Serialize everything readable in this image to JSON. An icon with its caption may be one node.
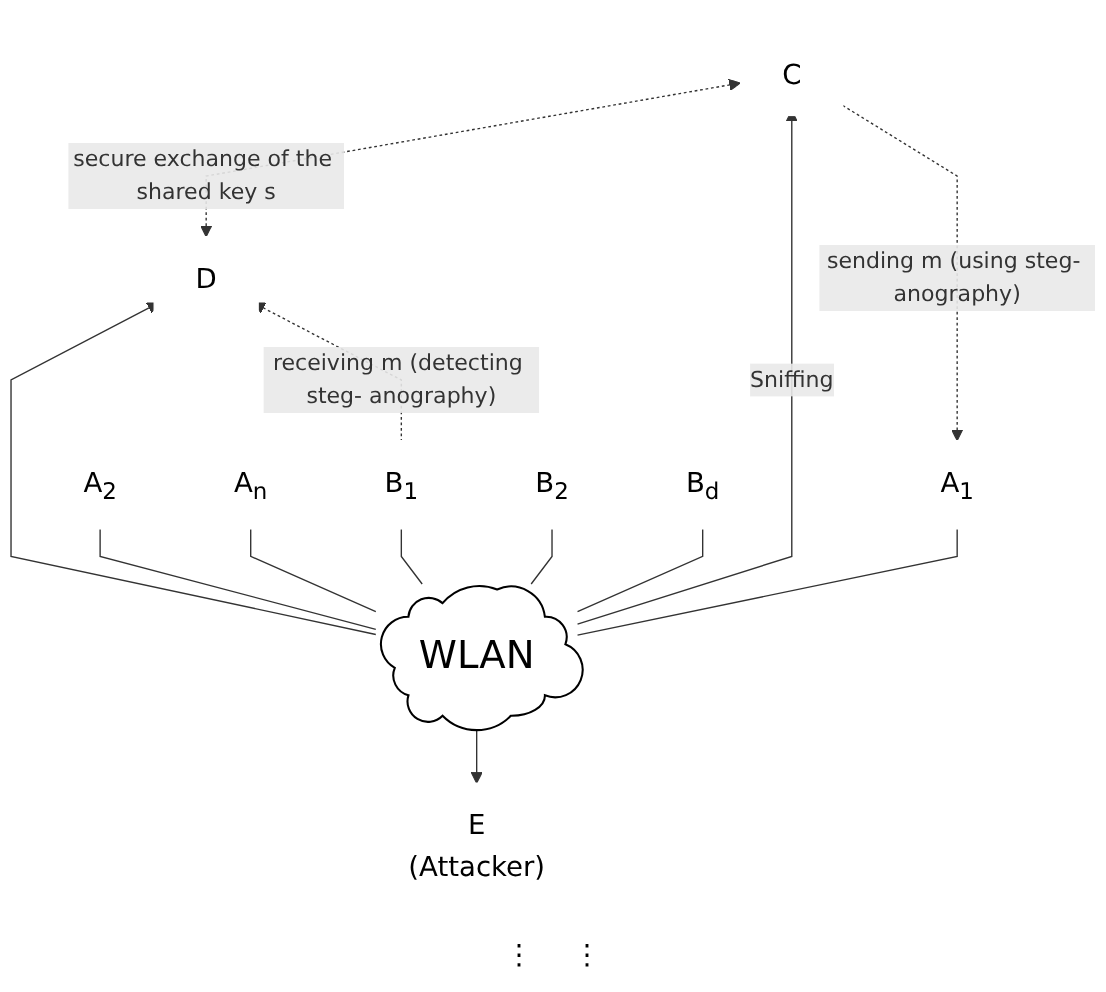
{
  "diagram": {
    "nodes": [
      {
        "text": [
          "C"
        ]
      },
      {
        "text": [
          "D"
        ]
      },
      {
        "text": [
          "A$_{1}$"
        ]
      },
      {
        "text": [
          "A$_{2}$"
        ]
      },
      {
        "text": [
          "A$_{n}$"
        ]
      },
      {
        "text": [
          "WLAN"
        ]
      },
      {
        "text": [
          "B$_{1}$"
        ]
      },
      {
        "text": [
          "B$_{2}$"
        ]
      },
      {
        "text": [
          "B$_{d}$"
        ]
      },
      {
        "text": [
          "E",
          "(Attacker)"
        ]
      }
    ],
    "edges": [
      {
        "from": 0,
        "to": 1,
        "arrow": "both",
        "style": "dashed",
        "label": "secure exchange of the shared key s"
      },
      {
        "from": 5,
        "to": 0,
        "arrow": "to",
        "label": "Sniffing"
      },
      {
        "from": 5,
        "to": 1,
        "arrow": "to"
      },
      {
        "from": 0,
        "to": 2,
        "arrow": "to",
        "style": "dashed",
        "label": "sending m (using steg- anography)"
      },
      {
        "from": 6,
        "to": 1,
        "arrow": "to",
        "style": "dashed",
        "label": "receiving m (detecting steg- anography)"
      },
      {
        "from": 2,
        "to": 5,
        "arrow": "none"
      },
      {
        "from": 3,
        "to": 5,
        "arrow": "none"
      },
      {
        "from": 4,
        "to": 5,
        "arrow": "none"
      },
      {
        "from": 5,
        "to": 6,
        "arrow": "none"
      },
      {
        "from": 5,
        "to": 7,
        "arrow": "none"
      },
      {
        "from": 5,
        "to": 8,
        "arrow": "none"
      },
      {
        "from": 5,
        "to": 9,
        "arrow": "to"
      }
    ],
    "labels": [
      "⋮",
      "⋮"
    ]
  }
}
